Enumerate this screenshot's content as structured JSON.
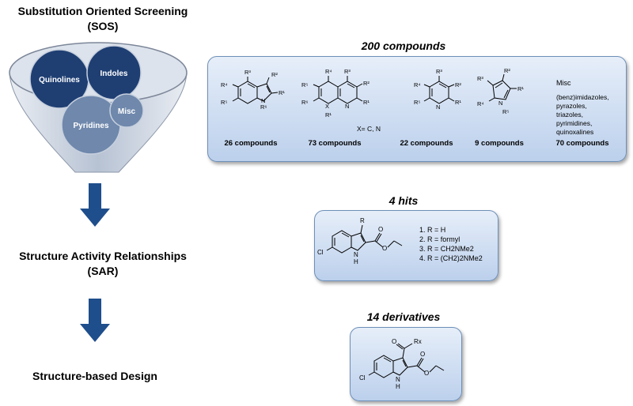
{
  "left": {
    "sos_title_line1": "Substitution Oriented Screening",
    "sos_title_line2": "(SOS)",
    "funnel_labels": {
      "quinolines": "Quinolines",
      "indoles": "Indoles",
      "pyridines": "Pyridines",
      "misc": "Misc"
    },
    "sar_title_line1": "Structure Activity Relationships",
    "sar_title_line2": "(SAR)",
    "sbd_title": "Structure-based Design"
  },
  "compounds_panel": {
    "title": "200 compounds",
    "groups": [
      {
        "count_label": "26 compounds"
      },
      {
        "count_label": "73 compounds",
        "note": "X= C, N"
      },
      {
        "count_label": "22 compounds"
      },
      {
        "count_label": "9 compounds"
      },
      {
        "count_label": "70 compounds",
        "misc_title": "Misc",
        "misc_items": [
          "(benz)imidazoles,",
          "pyrazoles,",
          "triazoles,",
          "pyrimidines,",
          "quinoxalines"
        ]
      }
    ]
  },
  "hits_panel": {
    "title": "4 hits",
    "hits": [
      "1. R = H",
      "2. R = formyl",
      "3. R = CH2NMe2",
      "4. R = (CH2)2NMe2"
    ]
  },
  "derivatives_panel": {
    "title": "14 derivatives"
  },
  "colors": {
    "arrow": "#1f4e8c",
    "dark_circle": "#1f3f73",
    "light_circle": "#6f88ac",
    "panel_border": "#6d8fb8"
  }
}
